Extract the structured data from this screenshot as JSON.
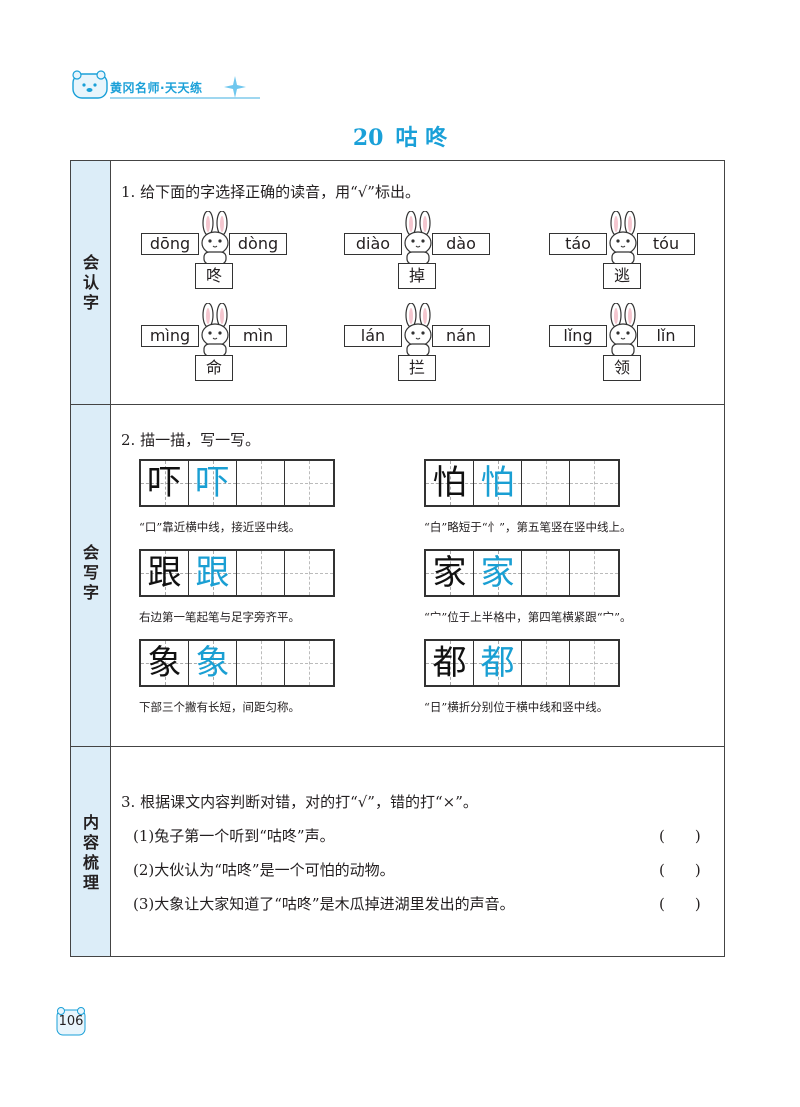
{
  "header": {
    "brand": "黄冈名师·天天练"
  },
  "lesson": {
    "number": "20",
    "title": "咕 咚"
  },
  "sections": {
    "recognize": "会\n认\n字",
    "write": "会\n写\n字",
    "content": "内\n容\n梳\n理"
  },
  "q1": {
    "prompt": "1. 给下面的字选择正确的读音，用“√”标出。",
    "items": [
      {
        "left": "dōng",
        "right": "dòng",
        "char": "咚"
      },
      {
        "left": "diào",
        "right": "dào",
        "char": "掉"
      },
      {
        "left": "táo",
        "right": "tóu",
        "char": "逃"
      },
      {
        "left": "mìng",
        "right": "mìn",
        "char": "命"
      },
      {
        "left": "lán",
        "right": "nán",
        "char": "拦"
      },
      {
        "left": "lǐng",
        "right": "lǐn",
        "char": "领"
      }
    ]
  },
  "q2": {
    "prompt": "2. 描一描，写一写。",
    "items": [
      {
        "char": "吓",
        "tip": "“口”靠近横中线，接近竖中线。"
      },
      {
        "char": "怕",
        "tip": "“白”略短于“忄”，第五笔竖在竖中线上。"
      },
      {
        "char": "跟",
        "tip": "右边第一笔起笔与足字旁齐平。"
      },
      {
        "char": "家",
        "tip": "“宀”位于上半格中，第四笔横紧跟“宀”。"
      },
      {
        "char": "象",
        "tip": "下部三个撇有长短，间距匀称。"
      },
      {
        "char": "都",
        "tip": "“日”横折分别位于横中线和竖中线。"
      }
    ]
  },
  "q3": {
    "prompt": "3. 根据课文内容判断对错，对的打“√”，错的打“×”。",
    "items": [
      "(1)兔子第一个听到“咕咚”声。",
      "(2)大伙认为“咕咚”是一个可怕的动物。",
      "(3)大象让大家知道了“咕咚”是木瓜掉进湖里发出的声音。"
    ],
    "paren": "(　　)"
  },
  "page_number": "106",
  "colors": {
    "accent": "#1aa0d8",
    "side_bg": "#dcedf8"
  }
}
